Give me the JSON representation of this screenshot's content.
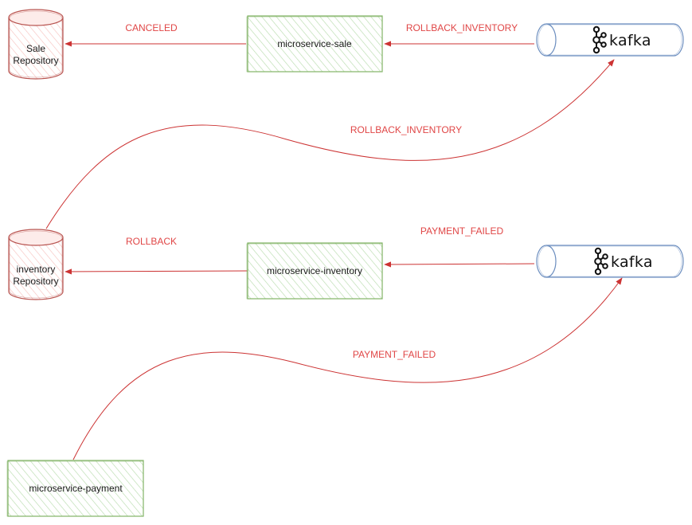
{
  "colors": {
    "edge": "#cc3333",
    "edge_label": "#e04646",
    "service_stroke": "#82b366",
    "service_fill": "#d5e8d4",
    "repo_stroke": "#b85450",
    "repo_fill": "#f8cecc",
    "kafka_stroke": "#6c8ebf"
  },
  "nodes": {
    "sale_repository": {
      "line1": "Sale",
      "line2": "Repository",
      "icon": "database-cylinder-icon"
    },
    "microservice_sale": {
      "label": "microservice-sale"
    },
    "kafka_top": {
      "label": "kafka",
      "icon": "kafka-logo-icon"
    },
    "inventory_repository": {
      "line1": "inventory",
      "line2": "Repository",
      "icon": "database-cylinder-icon"
    },
    "microservice_inventory": {
      "label": "microservice-inventory"
    },
    "kafka_middle": {
      "label": "kafka",
      "icon": "kafka-logo-icon"
    },
    "microservice_payment": {
      "label": "microservice-payment"
    }
  },
  "edges": {
    "sale_to_repo": {
      "label": "CANCELED"
    },
    "kafka_to_sale": {
      "label": "ROLLBACK_INVENTORY"
    },
    "inventory_repo_to_kafka": {
      "label": "ROLLBACK_INVENTORY"
    },
    "inventory_to_repo": {
      "label": "ROLLBACK"
    },
    "kafka_to_inventory": {
      "label": "PAYMENT_FAILED"
    },
    "payment_to_kafka": {
      "label": "PAYMENT_FAILED"
    }
  }
}
